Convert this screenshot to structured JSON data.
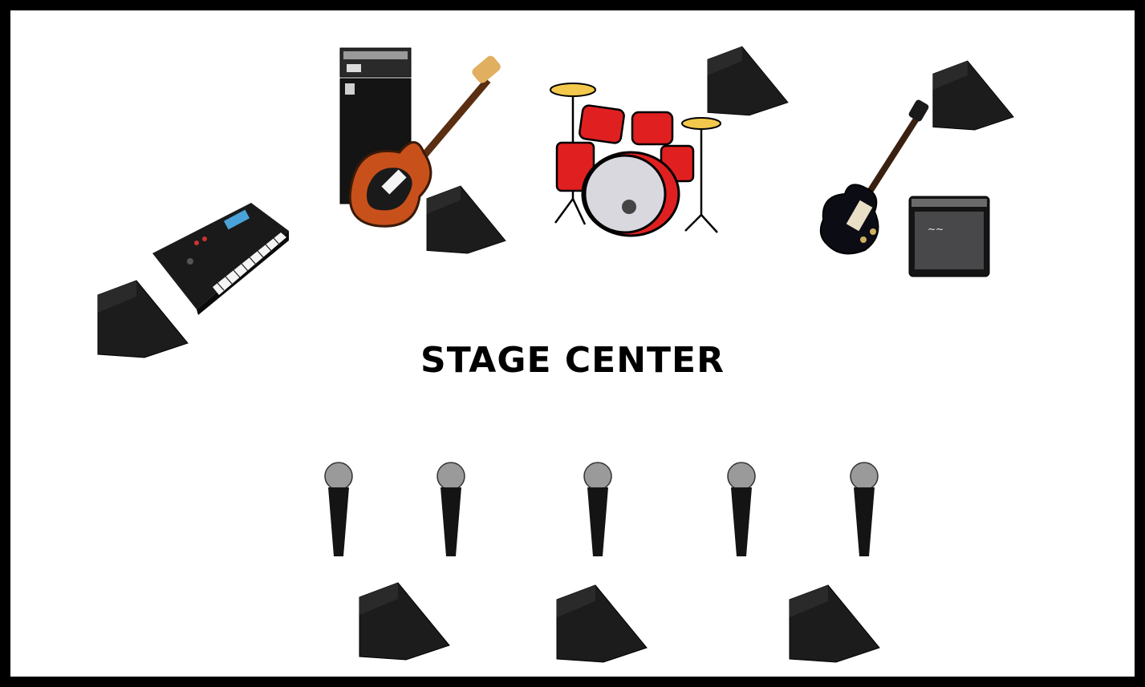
{
  "stage_plot": {
    "center_label": "STAGE CENTER",
    "items": {
      "keyboard": "keyboard-icon",
      "bass_amp": "bass-amp-stack-icon",
      "bass_guitar": "bass-guitar-icon",
      "drum_kit": "drum-kit-icon",
      "electric_guitar": "electric-guitar-icon",
      "guitar_amp": "guitar-amp-icon",
      "monitor_wedge": "monitor-wedge-icon",
      "microphone": "microphone-icon"
    },
    "counts": {
      "monitor_wedges": 7,
      "microphones": 5
    }
  },
  "colors": {
    "frame": "#000000",
    "background": "#ffffff",
    "drum_shell": "#e02020",
    "cymbal": "#f2c94c",
    "sunburst": "#c8501a"
  }
}
